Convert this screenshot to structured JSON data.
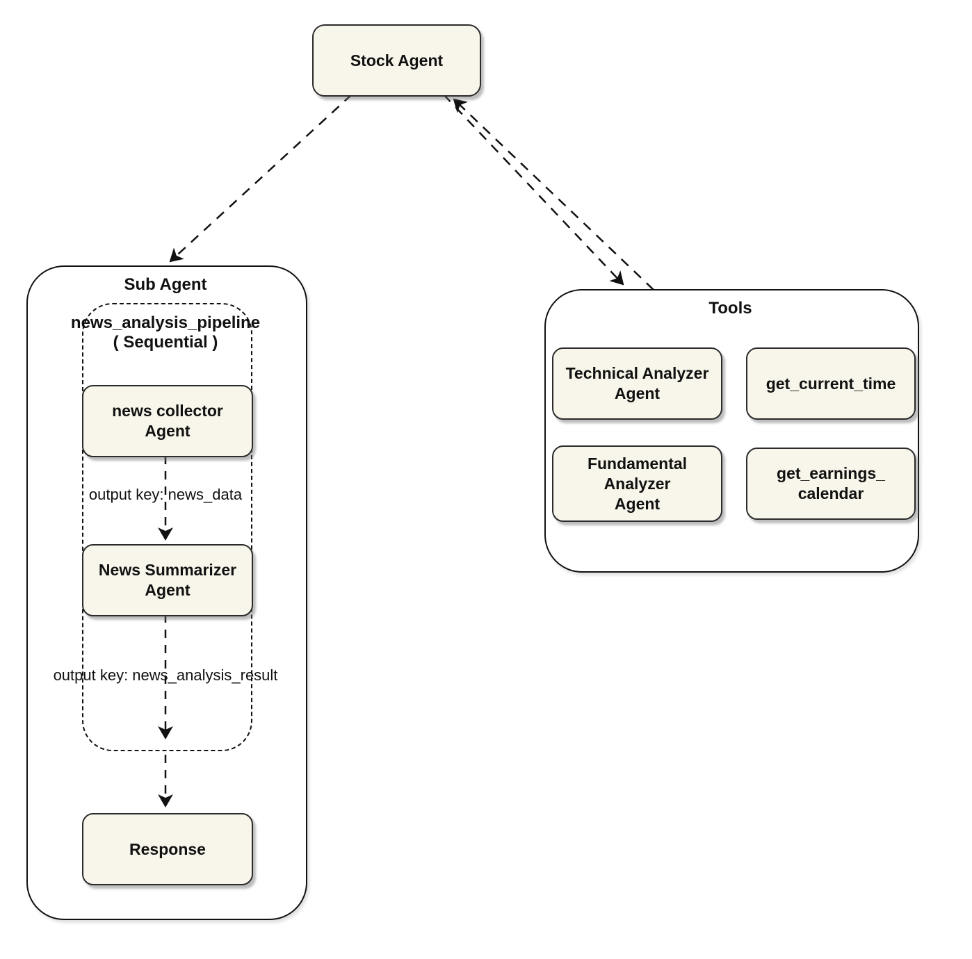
{
  "colors": {
    "background": "#ffffff",
    "node_fill": "#f8f5ea",
    "node_border": "#2b2b2b",
    "container_border": "#111111",
    "edge_color": "#111111",
    "text": "#111111"
  },
  "stock_agent": {
    "label": "Stock Agent"
  },
  "sub_agent": {
    "title": "Sub Agent",
    "pipeline": {
      "title": "news_analysis_pipeline",
      "subtitle": "( Sequential )",
      "news_collector": "news collector\nAgent",
      "news_summarizer": "News Summarizer\nAgent",
      "edge_label_1": "output key: news_data",
      "edge_label_2": "output key: news_analysis_result"
    },
    "response": "Response"
  },
  "tools": {
    "title": "Tools",
    "items": [
      "Technical Analyzer\nAgent",
      "get_current_time",
      "Fundamental\nAnalyzer\nAgent",
      "get_earnings_\ncalendar"
    ]
  }
}
